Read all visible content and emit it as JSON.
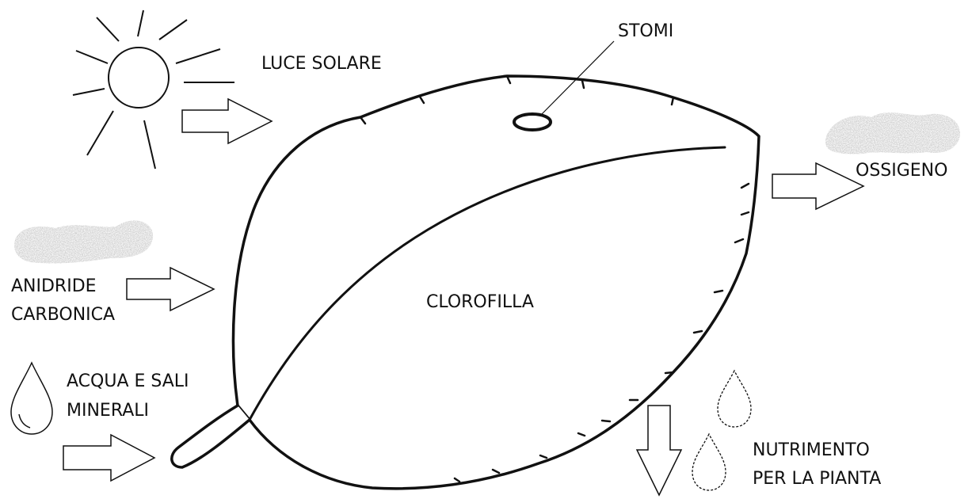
{
  "labels": {
    "stomi": "STOMI",
    "luce_solare": "LUCE SOLARE",
    "ossigeno": "OSSIGENO",
    "anidride_line1": "ANIDRIDE",
    "anidride_line2": "CARBONICA",
    "clorofilla": "CLOROFILLA",
    "acqua_line1": "ACQUA E SALI",
    "acqua_line2": "MINERALI",
    "nutrimento_line1": "NUTRIMENTO",
    "nutrimento_line2": "PER LA PIANTA"
  },
  "colors": {
    "ink": "#111111",
    "gas_cloud": "#bdbdbd"
  },
  "icons": [
    "sun-icon",
    "arrow-right-icon",
    "arrow-down-icon",
    "water-drop-icon",
    "gas-cloud-icon",
    "leaf-icon",
    "stoma-icon"
  ]
}
